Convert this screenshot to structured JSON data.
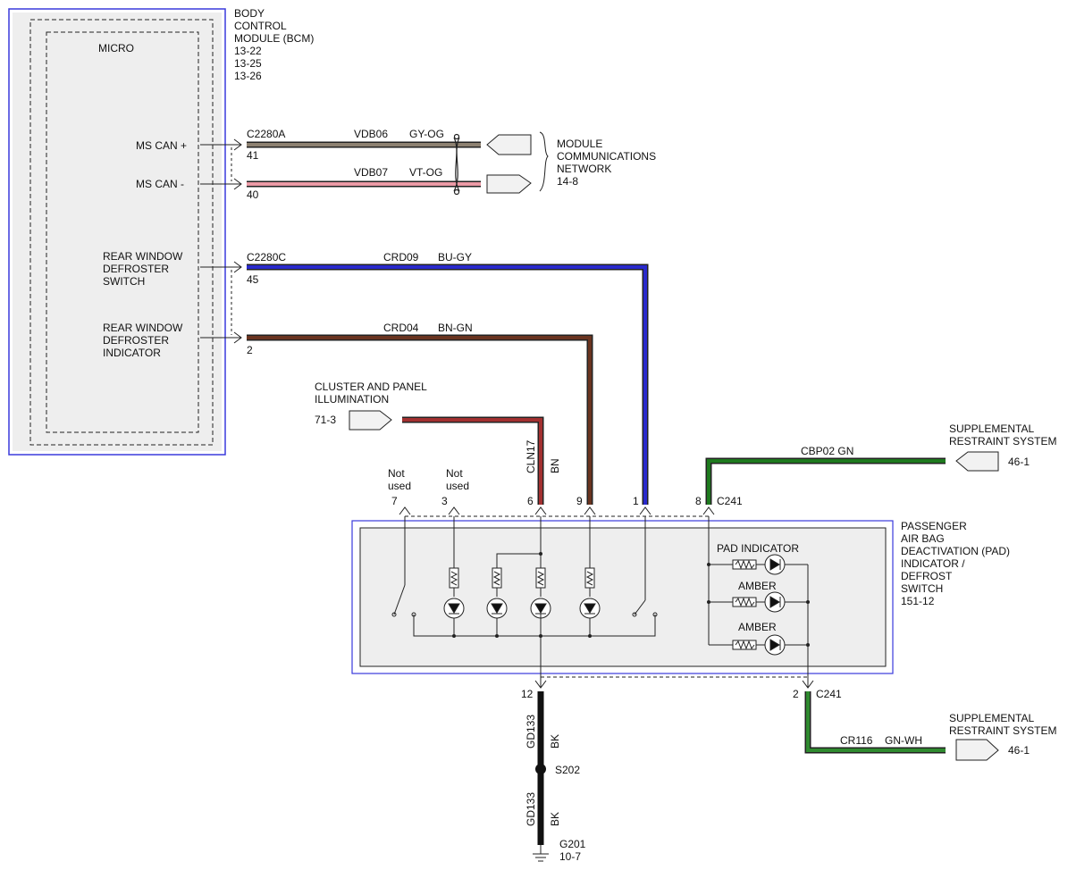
{
  "bcm": {
    "title_lines": [
      "BODY",
      "CONTROL",
      "MODULE (BCM)",
      "13-22",
      "13-25",
      "13-26"
    ],
    "micro_label": "MICRO",
    "pins": {
      "ms_can_plus": "MS CAN +",
      "ms_can_minus": "MS CAN -",
      "rwd_switch": [
        "REAR WINDOW",
        "DEFROSTER",
        "SWITCH"
      ],
      "rwd_indicator": [
        "REAR WINDOW",
        "DEFROSTER",
        "INDICATOR"
      ]
    }
  },
  "connectors": {
    "c2280a": "C2280A",
    "c2280c": "C2280C",
    "c241_top": "C241",
    "c241_bottom": "C241"
  },
  "pin_numbers": {
    "p41": "41",
    "p40": "40",
    "p45": "45",
    "p2": "2",
    "p7": "7",
    "p3": "3",
    "p6": "6",
    "p9": "9",
    "p1": "1",
    "p8": "8",
    "p12": "12",
    "p2b": "2"
  },
  "wires": {
    "vdb06": {
      "circuit": "VDB06",
      "color_code": "GY-OG"
    },
    "vdb07": {
      "circuit": "VDB07",
      "color_code": "VT-OG"
    },
    "crd09": {
      "circuit": "CRD09",
      "color_code": "BU-GY"
    },
    "crd04": {
      "circuit": "CRD04",
      "color_code": "BN-GN"
    },
    "cln17": {
      "circuit": "CLN17",
      "color_code": "BN"
    },
    "cbp02": {
      "label": "CBP02 GN"
    },
    "cr116": {
      "circuit": "CR116",
      "color_code": "GN-WH"
    },
    "gd133_top": {
      "circuit": "GD133",
      "color_code": "BK"
    },
    "gd133_bottom": {
      "circuit": "GD133",
      "color_code": "BK"
    }
  },
  "network": {
    "lines": [
      "MODULE",
      "COMMUNICATIONS",
      "NETWORK",
      "14-8"
    ]
  },
  "cluster": {
    "lines": [
      "CLUSTER AND PANEL",
      "ILLUMINATION"
    ],
    "ref": "71-3"
  },
  "srs_top": {
    "lines": [
      "SUPPLEMENTAL",
      "RESTRAINT SYSTEM"
    ],
    "ref": "46-1"
  },
  "srs_bottom": {
    "lines": [
      "SUPPLEMENTAL",
      "RESTRAINT SYSTEM"
    ],
    "ref": "46-1"
  },
  "not_used": {
    "pin7": [
      "Not",
      "used"
    ],
    "pin3": [
      "Not",
      "used"
    ]
  },
  "pad_switch": {
    "lines": [
      "PASSENGER",
      "AIR BAG",
      "DEACTIVATION (PAD)",
      "INDICATOR /",
      "DEFROST",
      "SWITCH",
      "151-12"
    ],
    "pad_indicator": "PAD INDICATOR",
    "amber_1": "AMBER",
    "amber_2": "AMBER"
  },
  "splice": "S202",
  "ground": {
    "name": "G201",
    "ref": "10-7"
  },
  "colors": {
    "gy_og": "#8d8171",
    "vt_og": "#eb9aa6",
    "bu_gy": "#2a2acc",
    "bn_gn": "#6a3420",
    "bn": "#a33030",
    "gn": "#1e7a1e",
    "gn_wh": "#2f8a2f",
    "bk": "#111111",
    "module_border": "#3a3adc",
    "module_fill": "#eeeeee"
  }
}
